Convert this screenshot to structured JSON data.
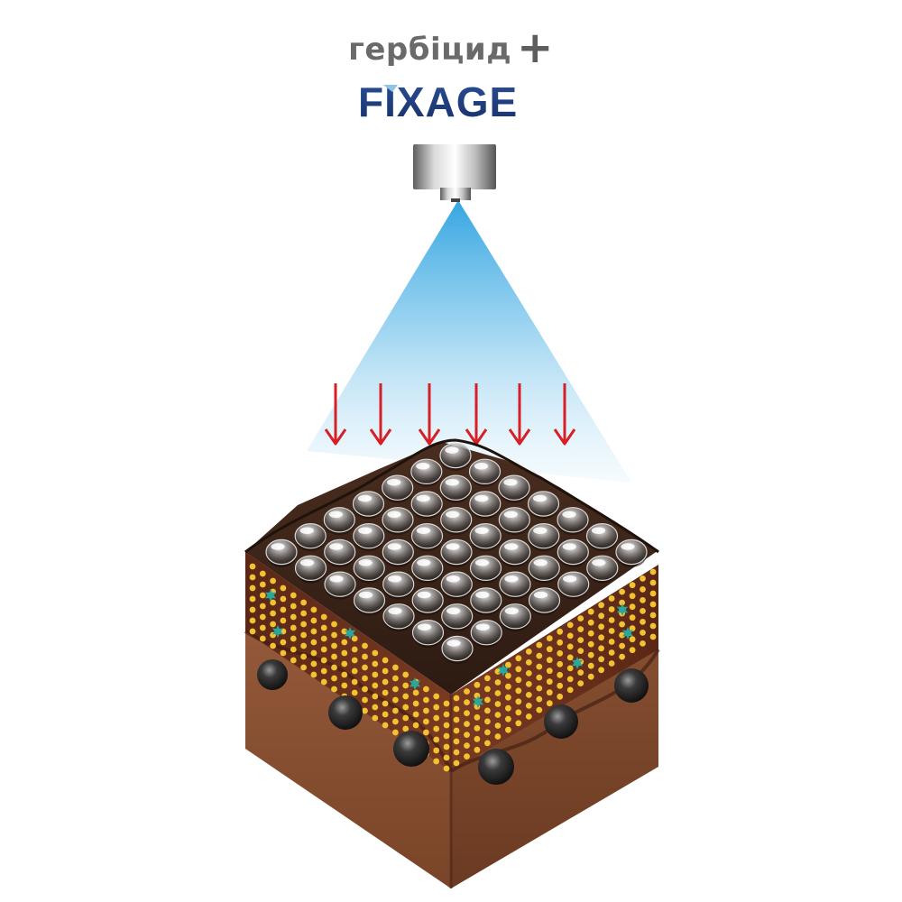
{
  "header": {
    "herbicide_text": "гербіцид",
    "plus_sign": "+"
  },
  "brand": {
    "logo_text": "FIXAGE",
    "logo_color": "#1f3d7a"
  },
  "spray": {
    "nozzle_icon": "spray-nozzle-icon",
    "cone_color": "#7cc6ec",
    "arrow_color": "#d61f26",
    "arrow_count": 6
  },
  "soil": {
    "top_layer_color": "#3a2418",
    "middle_layer_color": "#6b3320",
    "lower_layer_color": "#8a5538",
    "bead_color": "#f2c230",
    "star_color": "#29a79a",
    "droplet_grid": 7
  }
}
